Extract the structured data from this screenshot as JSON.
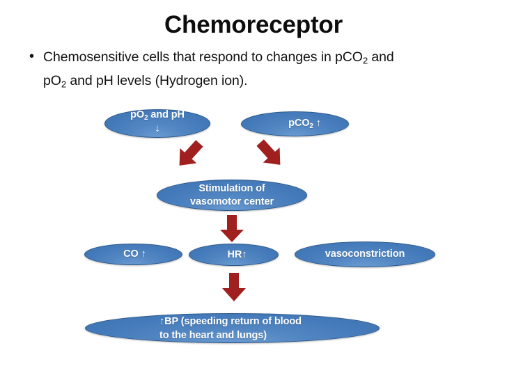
{
  "slide": {
    "title": "Chemoreceptor",
    "bullet_marker": "•",
    "bullet_line1_a": "Chemosensitive cells  that respond to changes in pCO",
    "bullet_line1_sub": "2",
    "bullet_line1_b": " and",
    "bullet_line2_a": "pO",
    "bullet_line2_sub": "2",
    "bullet_line2_b": " and pH levels (Hydrogen ion)."
  },
  "diagram": {
    "type": "flowchart",
    "node_fill_color": "#4a7ebb",
    "node_border_color": "#2b5889",
    "node_text_color": "#ffffff",
    "arrow_color": "#a01f1f",
    "nodes": [
      {
        "id": "po2",
        "label_a": "pO",
        "label_sub": "2",
        "label_b": " and pH",
        "arrow_glyph": "↓",
        "row": 1
      },
      {
        "id": "pco2",
        "label_a": "pCO",
        "label_sub": "2",
        "label_b": " ↑",
        "row": 1
      },
      {
        "id": "stim",
        "line1": "Stimulation of",
        "line2": "vasomotor center",
        "row": 2
      },
      {
        "id": "co",
        "label": "CO ↑",
        "row": 3
      },
      {
        "id": "hr",
        "label": "HR↑",
        "row": 3
      },
      {
        "id": "vaso",
        "label": "vasoconstriction",
        "row": 3
      },
      {
        "id": "bp",
        "line1": "↑BP (speeding return of blood",
        "line2": "to the heart and lungs)",
        "row": 4
      }
    ],
    "arrows": [
      {
        "id": "left-diagonal",
        "from": "po2",
        "to": "stim",
        "direction": "down-right"
      },
      {
        "id": "right-diagonal",
        "from": "pco2",
        "to": "stim",
        "direction": "down-left"
      },
      {
        "id": "stim-down",
        "from": "stim",
        "to": "hr",
        "direction": "down"
      },
      {
        "id": "bp-down",
        "from": "hr",
        "to": "bp",
        "direction": "down"
      }
    ]
  }
}
